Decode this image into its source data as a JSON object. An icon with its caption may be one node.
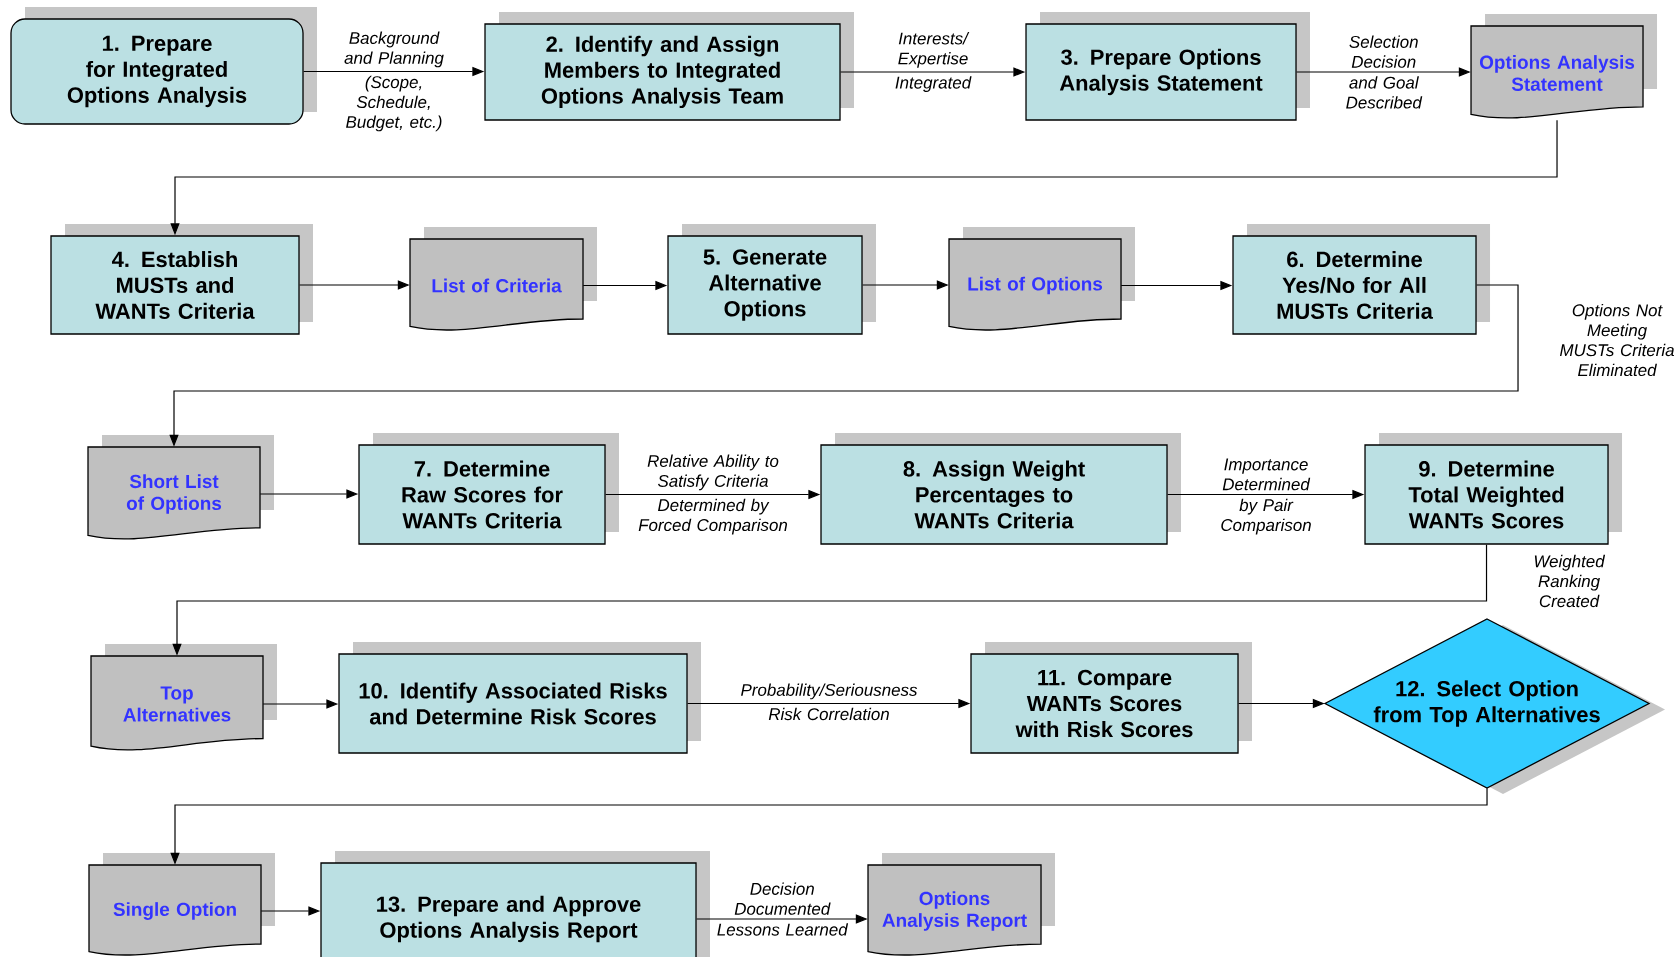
{
  "diagram": {
    "nodes": [
      {
        "text": [
          "1. Prepare for Integrated Options Analysis"
        ]
      },
      {
        "text": [
          "2. Identify and Assign Members to Integrated Options Analysis Team"
        ]
      },
      {
        "text": [
          "3. Prepare Options Analysis Statement"
        ]
      },
      {
        "text": [
          "Options Analysis Statement"
        ]
      },
      {
        "text": [
          "4. Establish MUSTs and WANTs Criteria"
        ]
      },
      {
        "text": [
          "List of Criteria"
        ]
      },
      {
        "text": [
          "5. Generate Alternative Options"
        ]
      },
      {
        "text": [
          "List of Options"
        ]
      },
      {
        "text": [
          "6. Determine Yes/No for All MUSTs Criteria"
        ]
      },
      {
        "text": [
          "Short List of Options"
        ]
      },
      {
        "text": [
          "7. Determine Raw Scores for WANTs Criteria"
        ]
      },
      {
        "text": [
          "8. Assign Weight Percentages to WANTs Criteria"
        ]
      },
      {
        "text": [
          "9. Determine Total Weighted WANTs Scores"
        ]
      },
      {
        "text": [
          "Top Alternatives"
        ]
      },
      {
        "text": [
          "10. Identify Associated Risks and Determine Risk Scores"
        ]
      },
      {
        "text": [
          "11. Compare WANTs Scores with Risk Scores"
        ]
      },
      {
        "text": [
          "12. Select Option from Top Alternatives"
        ]
      },
      {
        "text": [
          "Single Option"
        ]
      },
      {
        "text": [
          "13. Prepare and Approve Options Analysis Report"
        ]
      },
      {
        "text": [
          "Options Analysis Report"
        ]
      }
    ],
    "edges": [
      {
        "from": 0,
        "to": 1,
        "arrow": "to",
        "label": "Background and Planning"
      },
      {
        "from": 1,
        "to": 2,
        "arrow": "to",
        "label": "Interests/ Expertise"
      },
      {
        "from": 2,
        "to": 3,
        "arrow": "to",
        "label": "Selection Decision"
      },
      {
        "from": 3,
        "to": 4,
        "arrow": "to"
      },
      {
        "from": 4,
        "to": 5,
        "arrow": "to"
      },
      {
        "from": 5,
        "to": 6,
        "arrow": "to"
      },
      {
        "from": 6,
        "to": 7,
        "arrow": "to"
      },
      {
        "from": 7,
        "to": 8,
        "arrow": "to"
      },
      {
        "from": 8,
        "to": 9,
        "arrow": "to",
        "label": "Options Not Meeting MUSTs Criteria Eliminated"
      },
      {
        "from": 9,
        "to": 10,
        "arrow": "to"
      },
      {
        "from": 10,
        "to": 11,
        "arrow": "to",
        "label": "Relative Ability to Satisfy Criteria"
      },
      {
        "from": 11,
        "to": 12,
        "arrow": "to",
        "label": "Importance Determined"
      },
      {
        "from": 12,
        "to": 13,
        "arrow": "to",
        "label": "Weighted Ranking Created"
      },
      {
        "from": 13,
        "to": 14,
        "arrow": "to"
      },
      {
        "from": 14,
        "to": 15,
        "arrow": "to",
        "label": "Probability/Seriousness"
      },
      {
        "from": 15,
        "to": 16,
        "arrow": "to"
      },
      {
        "from": 16,
        "to": 17,
        "arrow": "to"
      },
      {
        "from": 17,
        "to": 18,
        "arrow": "to"
      },
      {
        "from": 18,
        "to": 19,
        "arrow": "to",
        "label": "Decision Documented"
      }
    ],
    "labels": [
      "(Scope, Schedule, Budget, etc.)",
      "Integrated",
      "and Goal Described",
      "Determined by Forced Comparison",
      "by Pair Comparison",
      "Risk Correlation",
      "Lessons Learned"
    ]
  }
}
